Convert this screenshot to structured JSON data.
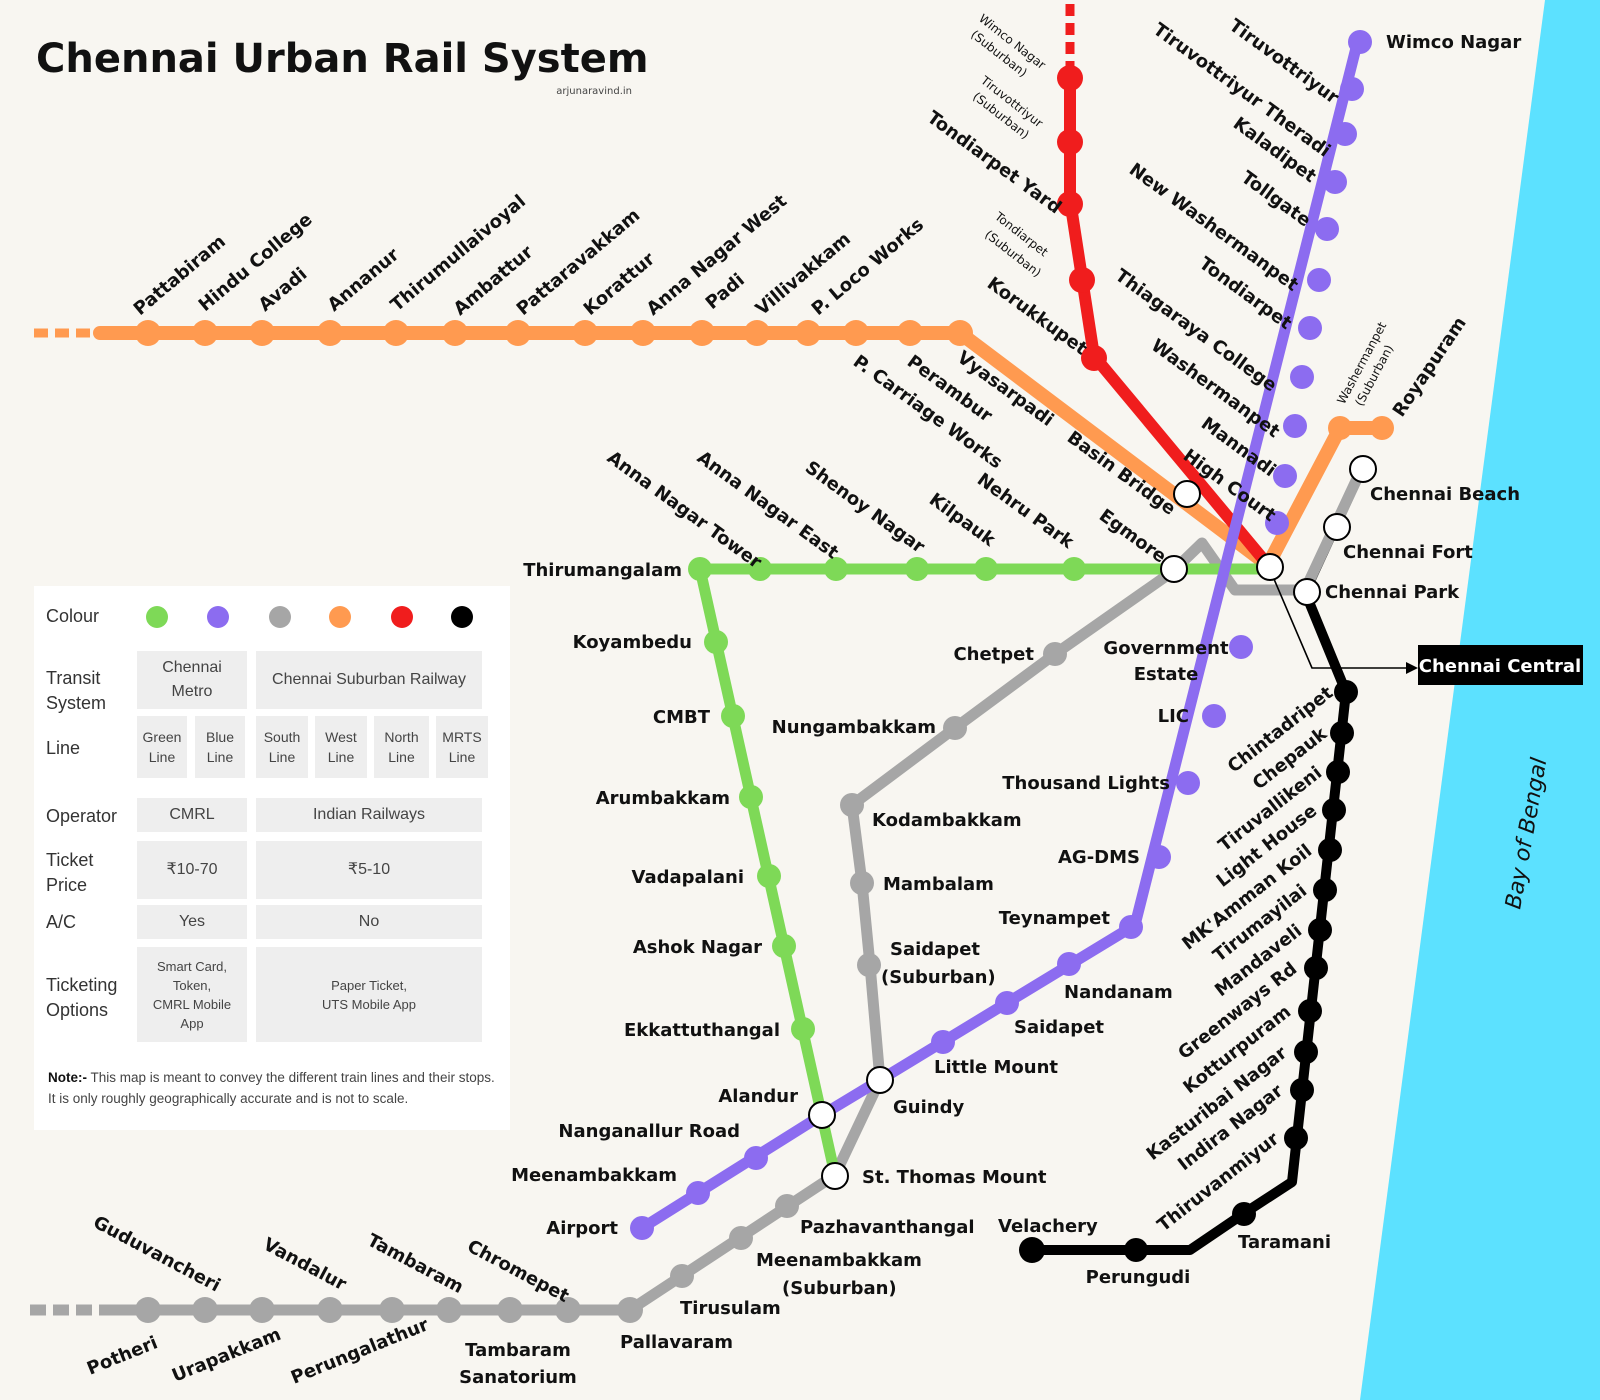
{
  "title": "Chennai Urban Rail System",
  "credit": "arjunaravind.in",
  "sea_label": "Bay of Bengal",
  "colors": {
    "green": "#7ed957",
    "blue": "#8c6cf0",
    "grey": "#a6a6a6",
    "orange": "#ff9a50",
    "red": "#f01d1d",
    "black": "#000000",
    "sea": "#5ce1ff",
    "land": "#f8f6f1"
  },
  "stations": {
    "pattabiram": "Pattabiram",
    "hindu_college": "Hindu College",
    "avadi": "Avadi",
    "annanur": "Annanur",
    "thirumullaivoyal": "Thirumullaivoyal",
    "ambattur": "Ambattur",
    "pattaravakkam": "Pattaravakkam",
    "korattur": "Korattur",
    "anna_nagar_west": "Anna Nagar West",
    "padi": "Padi",
    "villivakkam": "Villivakkam",
    "p_loco_works": "P. Loco Works",
    "p_carriage_works": "P. Carriage Works",
    "perambur": "Perambur",
    "vyasarpadi": "Vyasarpadi",
    "basin_bridge": "Basin Bridge",
    "wimco_nagar_sub_1": "Wimco Nagar",
    "wimco_nagar_sub_2": "(Suburban)",
    "tiruvottriyur_sub_1": "Tiruvottriyur",
    "tiruvottriyur_sub_2": "(Suburban)",
    "tondiarpet_yard": "Tondiarpet Yard",
    "tondiarpet_sub_1": "Tondiarpet",
    "tondiarpet_sub_2": "(Suburban)",
    "korukkupet": "Korukkupet",
    "tiruvottriyur": "Tiruvottriyur",
    "tiruvottriyur_theradi": "Tiruvottriyur Theradi",
    "kaladipet": "Kaladipet",
    "tollgate": "Tollgate",
    "new_washermanpet": "New Washermanpet",
    "tondiarpet": "Tondiarpet",
    "thiagaraya_college": "Thiagaraya College",
    "washermanpet": "Washermanpet",
    "mannadi": "Mannadi",
    "high_court": "High Court",
    "wimco_nagar": "Wimco Nagar",
    "washermanpet_sub_1": "Washermanpet",
    "washermanpet_sub_2": "(Suburban)",
    "royapuram": "Royapuram",
    "chennai_beach": "Chennai Beach",
    "chennai_fort": "Chennai Fort",
    "chennai_park": "Chennai Park",
    "chennai_central": "Chennai Central",
    "anna_nagar_tower": "Anna Nagar Tower",
    "anna_nagar_east": "Anna Nagar East",
    "shenoy_nagar": "Shenoy Nagar",
    "kilpauk": "Kilpauk",
    "nehru_park": "Nehru Park",
    "egmore": "Egmore",
    "thirumangalam": "Thirumangalam",
    "koyambedu": "Koyambedu",
    "cmbt": "CMBT",
    "arumbakkam": "Arumbakkam",
    "vadapalani": "Vadapalani",
    "ashok_nagar": "Ashok Nagar",
    "ekkattuthangal": "Ekkattuthangal",
    "alandur": "Alandur",
    "nanganallur_road": "Nanganallur Road",
    "meenambakkam": "Meenambakkam",
    "airport": "Airport",
    "st_thomas_mount": "St. Thomas Mount",
    "pazhavanthangal": "Pazhavanthangal",
    "meenambakkam_sub_1": "Meenambakkam",
    "meenambakkam_sub_2": "(Suburban)",
    "tirusulam": "Tirusulam",
    "pallavaram": "Pallavaram",
    "chromepet": "Chromepet",
    "tambaram": "Tambaram",
    "vandalur": "Vandalur",
    "guduvancheri": "Guduvancheri",
    "potheri": "Potheri",
    "urapakkam": "Urapakkam",
    "perungalathur": "Perungalathur",
    "tambaram_sanatorium_1": "Tambaram",
    "tambaram_sanatorium_2": "Sanatorium",
    "chetpet": "Chetpet",
    "nungambakkam": "Nungambakkam",
    "kodambakkam": "Kodambakkam",
    "mambalam": "Mambalam",
    "saidapet_sub_1": "Saidapet",
    "saidapet_sub_2": "(Suburban)",
    "guindy": "Guindy",
    "government_estate_1": "Government",
    "government_estate_2": "Estate",
    "lic": "LIC",
    "thousand_lights": "Thousand Lights",
    "ag_dms": "AG-DMS",
    "teynampet": "Teynampet",
    "nandanam": "Nandanam",
    "saidapet": "Saidapet",
    "little_mount": "Little Mount",
    "chintadripet": "Chintadripet",
    "chepauk": "Chepauk",
    "tiruvallikeni": "Tiruvallikeni",
    "light_house": "Light House",
    "mk_amman_koil": "MK'Amman Koil",
    "tirumayilai": "Tirumayilai",
    "mandaveli": "Mandaveli",
    "greenways_rd": "Greenways Rd",
    "kotturpuram": "Kotturpuram",
    "kasturibai_nagar": "Kasturibai Nagar",
    "indira_nagar": "Indira Nagar",
    "thiruvanmiyur": "Thiruvanmiyur",
    "taramani": "Taramani",
    "perungudi": "Perungudi",
    "velachery": "Velachery"
  },
  "legend": {
    "colour_label": "Colour",
    "transit_label_1": "Transit",
    "transit_label_2": "System",
    "transit_metro_1": "Chennai",
    "transit_metro_2": "Metro",
    "transit_rail": "Chennai Suburban Railway",
    "line_label": "Line",
    "lines": [
      {
        "a": "Green",
        "b": "Line"
      },
      {
        "a": "Blue",
        "b": "Line"
      },
      {
        "a": "South",
        "b": "Line"
      },
      {
        "a": "West",
        "b": "Line"
      },
      {
        "a": "North",
        "b": "Line"
      },
      {
        "a": "MRTS",
        "b": "Line"
      }
    ],
    "operator_label": "Operator",
    "operator_metro": "CMRL",
    "operator_rail": "Indian Railways",
    "ticket_label_1": "Ticket",
    "ticket_label_2": "Price",
    "ticket_metro": "₹10-70",
    "ticket_rail": "₹5-10",
    "ac_label": "A/C",
    "ac_metro": "Yes",
    "ac_rail": "No",
    "ticketing_label_1": "Ticketing",
    "ticketing_label_2": "Options",
    "ticketing_metro_1": "Smart Card,",
    "ticketing_metro_2": "Token,",
    "ticketing_metro_3": "CMRL Mobile",
    "ticketing_metro_4": "App",
    "ticketing_rail_1": "Paper Ticket,",
    "ticketing_rail_2": "UTS Mobile App",
    "note_label": "Note:-",
    "note_text": " This map is meant to convey the different train lines and their stops. It is only roughly geographically accurate and is not to scale."
  }
}
